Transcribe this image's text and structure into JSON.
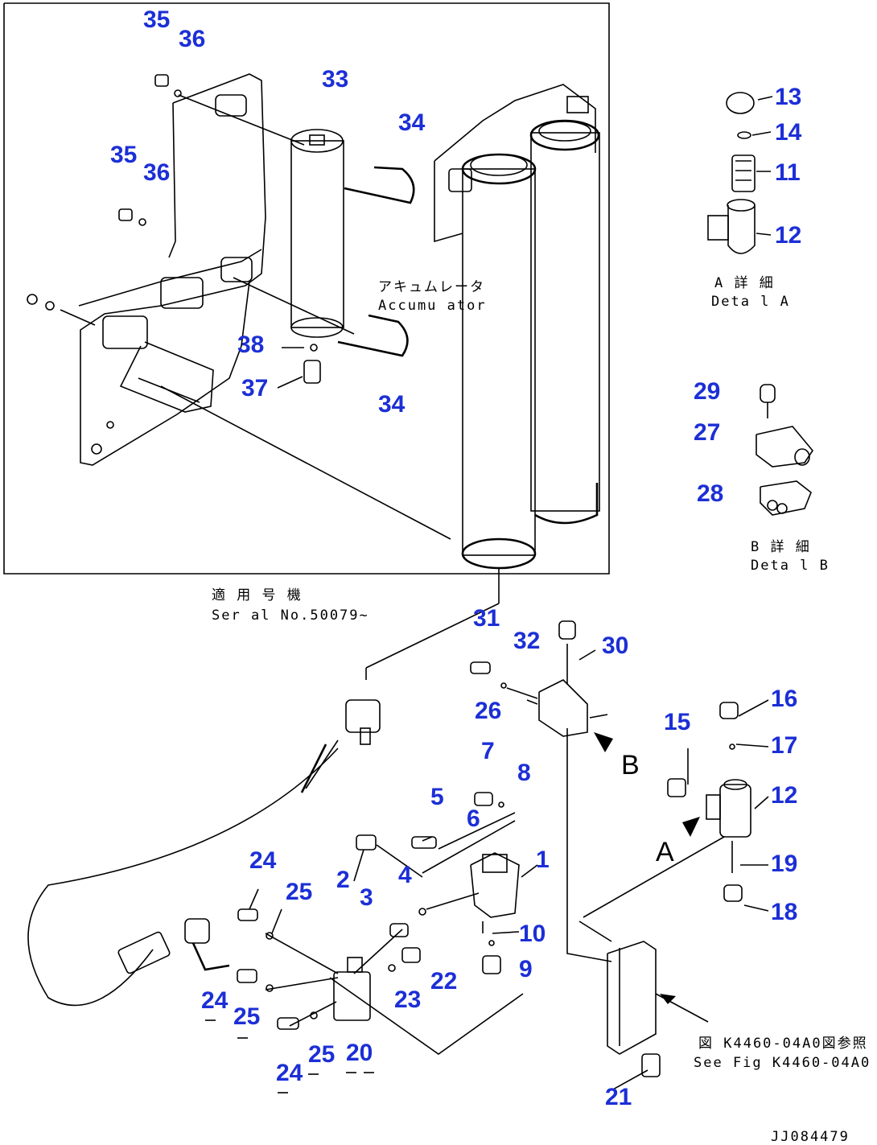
{
  "callouts": [
    {
      "id": "35a",
      "text": "35"
    },
    {
      "id": "36a",
      "text": "36"
    },
    {
      "id": "35b",
      "text": "35"
    },
    {
      "id": "36b",
      "text": "36"
    },
    {
      "id": "33",
      "text": "33"
    },
    {
      "id": "34a",
      "text": "34"
    },
    {
      "id": "34b",
      "text": "34"
    },
    {
      "id": "38",
      "text": "38"
    },
    {
      "id": "37",
      "text": "37"
    },
    {
      "id": "13",
      "text": "13"
    },
    {
      "id": "14",
      "text": "14"
    },
    {
      "id": "11",
      "text": "11"
    },
    {
      "id": "12a",
      "text": "12"
    },
    {
      "id": "29",
      "text": "29"
    },
    {
      "id": "27",
      "text": "27"
    },
    {
      "id": "28",
      "text": "28"
    },
    {
      "id": "31",
      "text": "31"
    },
    {
      "id": "32",
      "text": "32"
    },
    {
      "id": "30",
      "text": "30"
    },
    {
      "id": "26",
      "text": "26"
    },
    {
      "id": "16",
      "text": "16"
    },
    {
      "id": "15",
      "text": "15"
    },
    {
      "id": "17",
      "text": "17"
    },
    {
      "id": "12b",
      "text": "12"
    },
    {
      "id": "19",
      "text": "19"
    },
    {
      "id": "18",
      "text": "18"
    },
    {
      "id": "7",
      "text": "7"
    },
    {
      "id": "8",
      "text": "8"
    },
    {
      "id": "5",
      "text": "5"
    },
    {
      "id": "6",
      "text": "6"
    },
    {
      "id": "1",
      "text": "1"
    },
    {
      "id": "2",
      "text": "2"
    },
    {
      "id": "3",
      "text": "3"
    },
    {
      "id": "4",
      "text": "4"
    },
    {
      "id": "10",
      "text": "10"
    },
    {
      "id": "9",
      "text": "9"
    },
    {
      "id": "24a",
      "text": "24"
    },
    {
      "id": "25a",
      "text": "25"
    },
    {
      "id": "22",
      "text": "22"
    },
    {
      "id": "23",
      "text": "23"
    },
    {
      "id": "24b",
      "text": "24"
    },
    {
      "id": "25b",
      "text": "25"
    },
    {
      "id": "20",
      "text": "20"
    },
    {
      "id": "24c",
      "text": "24"
    },
    {
      "id": "25c",
      "text": "25"
    },
    {
      "id": "21",
      "text": "21"
    }
  ],
  "notes": {
    "accumulator_jp": "アキュムレータ",
    "accumulator_en": "Accumu ator",
    "detail_a_jp": "A 詳 細",
    "detail_a_en": "Deta l A",
    "detail_b_jp": "B 詳 細",
    "detail_b_en": "Deta l B",
    "serial_jp": "適 用 号 機",
    "serial_en": "Ser al No.50079~",
    "seefig_jp": "図 K4460-04A0図参照",
    "seefig_en": "See Fig K4460-04A0",
    "view_a": "A",
    "view_b": "B",
    "drawing_code": "JJ084479"
  },
  "colors": {
    "callout": "#1c2fd6",
    "line": "#000000",
    "background": "#ffffff"
  }
}
